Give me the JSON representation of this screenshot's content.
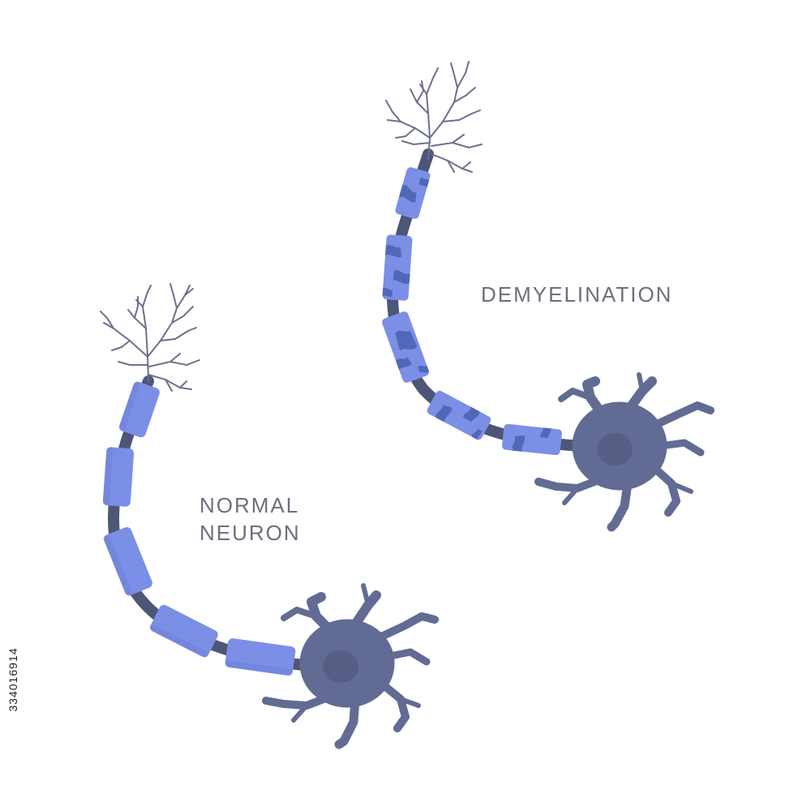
{
  "labels": {
    "normal_line1": "NORMAL",
    "normal_line2": "NEURON",
    "demyelination": "DEMYELINATION"
  },
  "stock_id": "334016914",
  "colors": {
    "background": "#ffffff",
    "myelin": "#7b8fe6",
    "myelin_dark": "#6578cf",
    "damage": "#4f68b8",
    "cell": "#626b94",
    "nucleus": "#565e85",
    "axon": "#4d5677",
    "dendrite": "#6c708a",
    "label_text": "#6d6e80"
  }
}
